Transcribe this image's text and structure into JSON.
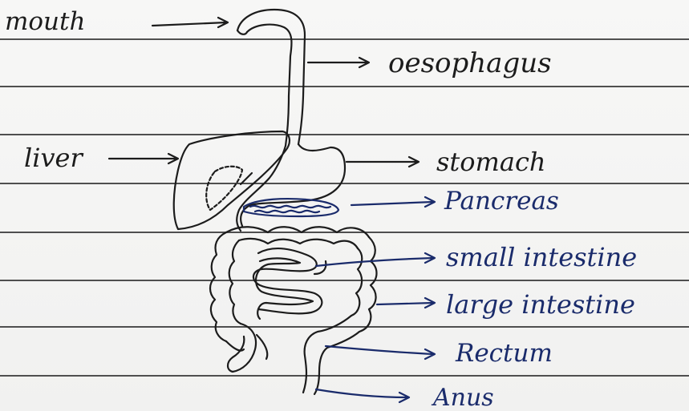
{
  "labels": {
    "mouth": "mouth",
    "oesophagus": "oesophagus",
    "liver": "liver",
    "stomach": "stomach",
    "pancreas": "Pancreas",
    "small_intestine": "small intestine",
    "large_intestine": "large intestine",
    "rectum": "Rectum",
    "anus": "Anus"
  },
  "colors": {
    "pencil": "#1c1c1c",
    "blue_pen": "#1a2b6b",
    "paper": "#f4f4f3",
    "rule_line": "#2b2b2b"
  }
}
